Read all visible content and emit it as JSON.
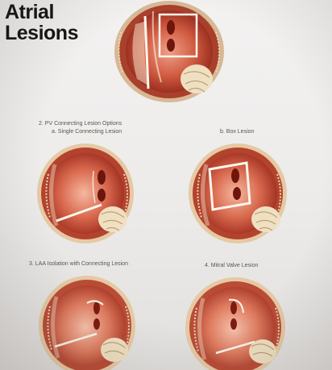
{
  "heading": {
    "line1": "Atrial",
    "line2": "Lesions"
  },
  "sections": {
    "pv_connecting": {
      "title": "2. PV Connecting Lesion Options",
      "option_a": "a. Single Connecting Lesion",
      "option_b": "b. Box Lesion"
    },
    "laa": {
      "title": "3. LAA Isolation with Connecting Lesion"
    },
    "mitral": {
      "title": "4. Mitral Valve Lesion"
    }
  },
  "colors": {
    "tissue_dark": "#9a2a1c",
    "tissue_mid": "#c9503a",
    "tissue_light": "#f0b49e",
    "rim": "#e9d9b8",
    "lesion_line": "#fbf6ec",
    "valve": "#efe0c2"
  },
  "icons": [
    "heart-illustration"
  ]
}
